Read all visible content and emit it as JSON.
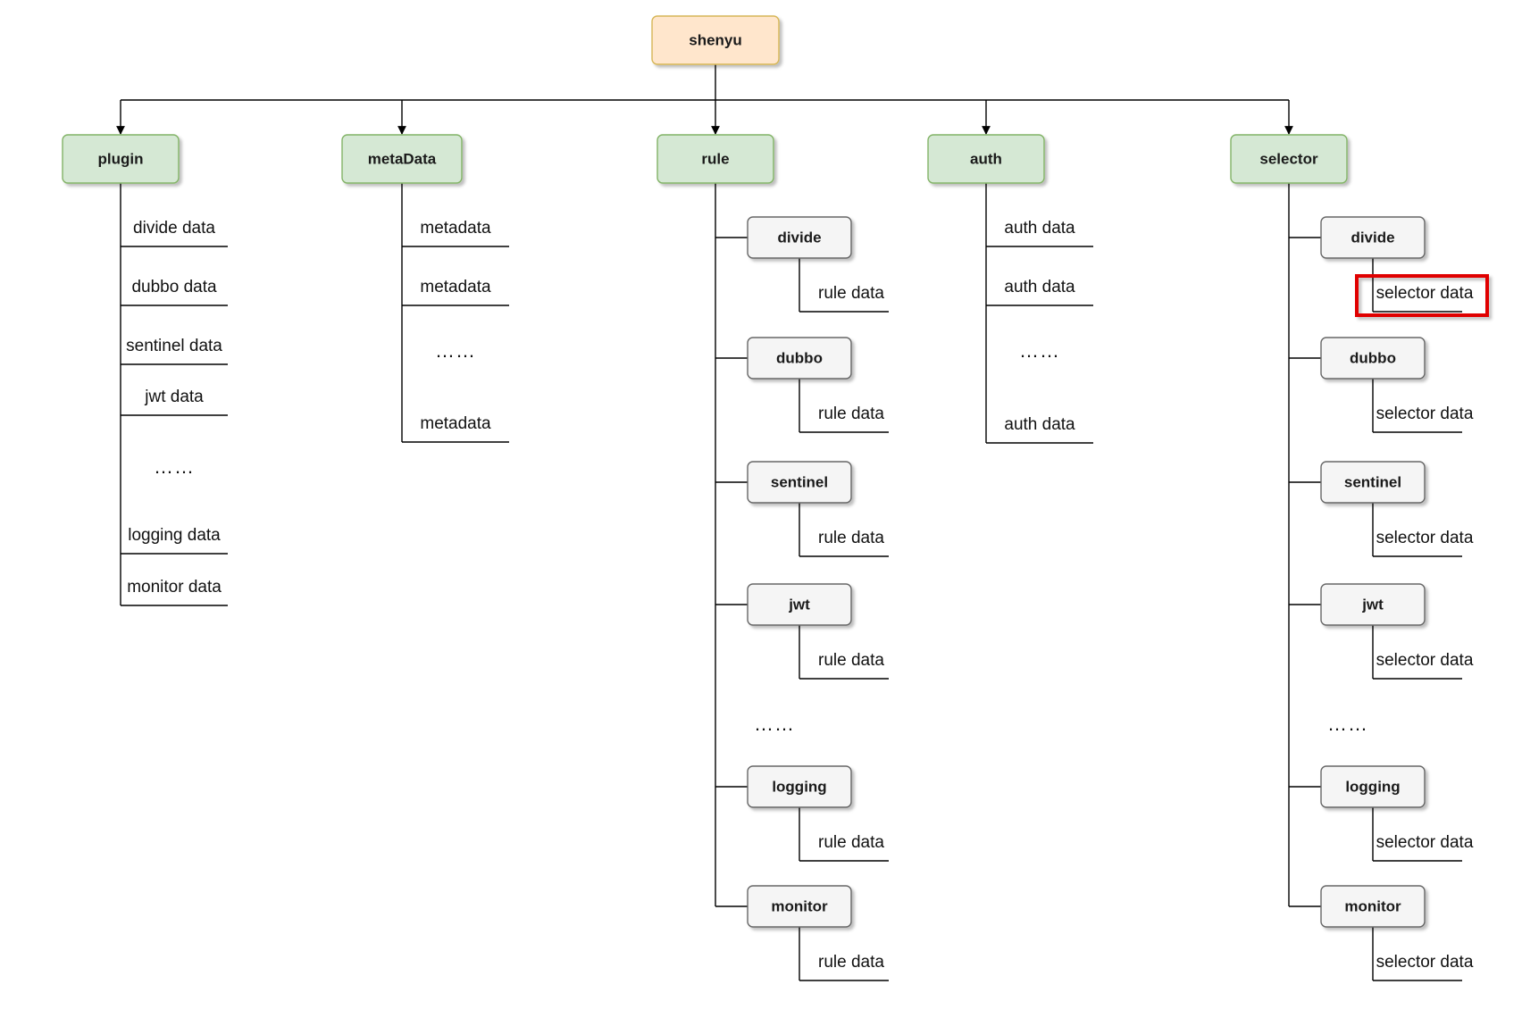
{
  "colors": {
    "root_fill": "#ffe6cc",
    "root_stroke": "#d6b656",
    "category_fill": "#d5e8d4",
    "category_stroke": "#82b366",
    "sub_fill": "#f5f5f5",
    "sub_stroke": "#666666",
    "line": "#000000",
    "highlight": "#e00000"
  },
  "root": {
    "label": "shenyu"
  },
  "categories": [
    {
      "label": "plugin",
      "leaves": [
        "divide data",
        "dubbo data",
        "sentinel data",
        "jwt   data",
        "……",
        "logging data",
        "monitor data"
      ]
    },
    {
      "label": "metaData",
      "leaves": [
        "metadata",
        "metadata",
        "……",
        "metadata"
      ]
    },
    {
      "label": "rule",
      "children": [
        {
          "label": "divide",
          "leaf": "rule data"
        },
        {
          "label": "dubbo",
          "leaf": "rule data"
        },
        {
          "label": "sentinel",
          "leaf": "rule data"
        },
        {
          "label": "jwt",
          "leaf": "rule data"
        },
        {
          "ellipsis": "……"
        },
        {
          "label": "logging",
          "leaf": "rule data"
        },
        {
          "label": "monitor",
          "leaf": "rule data"
        }
      ]
    },
    {
      "label": "auth",
      "leaves": [
        "auth data",
        "auth data",
        "……",
        "auth data"
      ]
    },
    {
      "label": "selector",
      "children": [
        {
          "label": "divide",
          "leaf": "selector data",
          "highlighted": true
        },
        {
          "label": "dubbo",
          "leaf": "selector data"
        },
        {
          "label": "sentinel",
          "leaf": "selector data"
        },
        {
          "label": "jwt",
          "leaf": "selector data"
        },
        {
          "ellipsis": "……"
        },
        {
          "label": "logging",
          "leaf": "selector data"
        },
        {
          "label": "monitor",
          "leaf": "selector data"
        }
      ]
    }
  ]
}
